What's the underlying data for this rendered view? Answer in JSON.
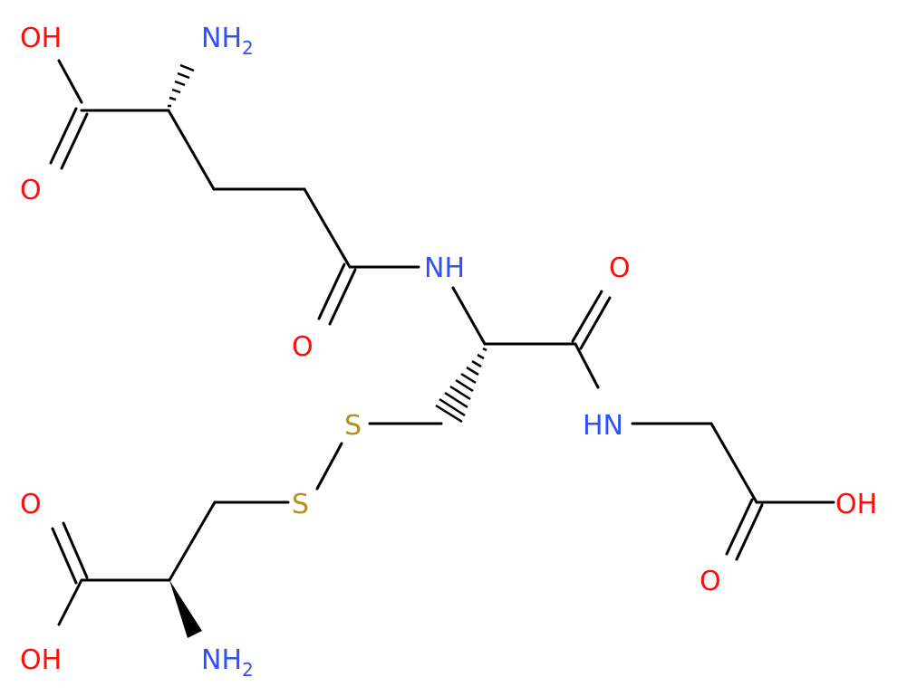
{
  "molecule": {
    "colors": {
      "oxygen": "#ff0d0d",
      "nitrogen": "#3050f8",
      "sulfur": "#b2911f",
      "bond": "#000000"
    },
    "labels": {
      "oh_top": "OH",
      "nh2_top": "NH",
      "nh2_top_sub": "2",
      "o_top_acid": "O",
      "nh_amide1": "NH",
      "o_amide1": "O",
      "o_amide2": "O",
      "s_upper": "S",
      "s_lower": "S",
      "nh_amide2": "HN",
      "oh_gly": "OH",
      "o_gly": "O",
      "o_cys_acid": "O",
      "oh_cys": "OH",
      "nh2_cys": "NH",
      "nh2_cys_sub": "2"
    }
  }
}
